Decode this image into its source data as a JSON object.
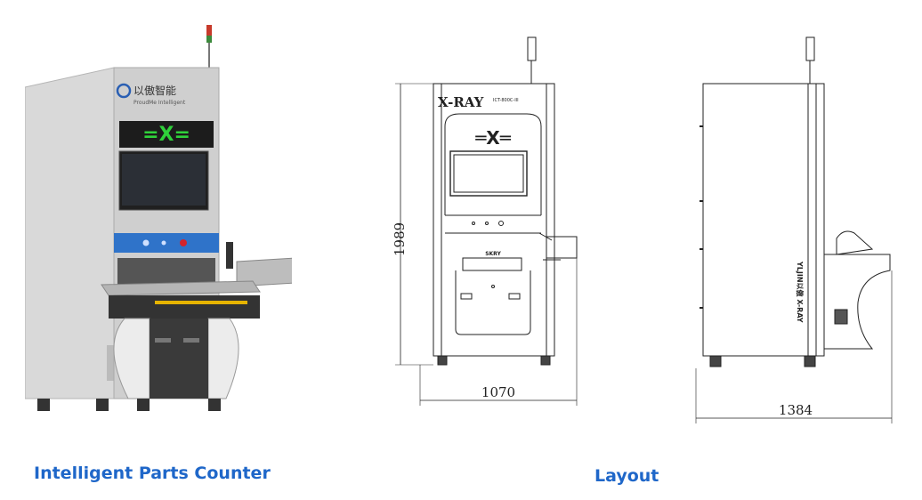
{
  "photo": {
    "logo_text": "以傲智能",
    "logo_subtext": "ProudMe Intelligent",
    "screen_symbol": "=X="
  },
  "drawing": {
    "front_title": "X-RAY",
    "front_small_label": "ICT-800C-III",
    "badge_label": "SKRY",
    "side_brand": "YLJIN以傲 X-RAY",
    "dim_height": "1989",
    "dim_front_width": "1070",
    "dim_side_width": "1384"
  },
  "captions": {
    "left": "Intelligent Parts Counter",
    "right": "Layout"
  },
  "colors": {
    "caption": "#1f67c9",
    "accent_green": "#2fd13a",
    "accent_yellow": "#e6b400",
    "panel_blue": "#2f73c9",
    "body_grey": "#c9c9c9"
  }
}
